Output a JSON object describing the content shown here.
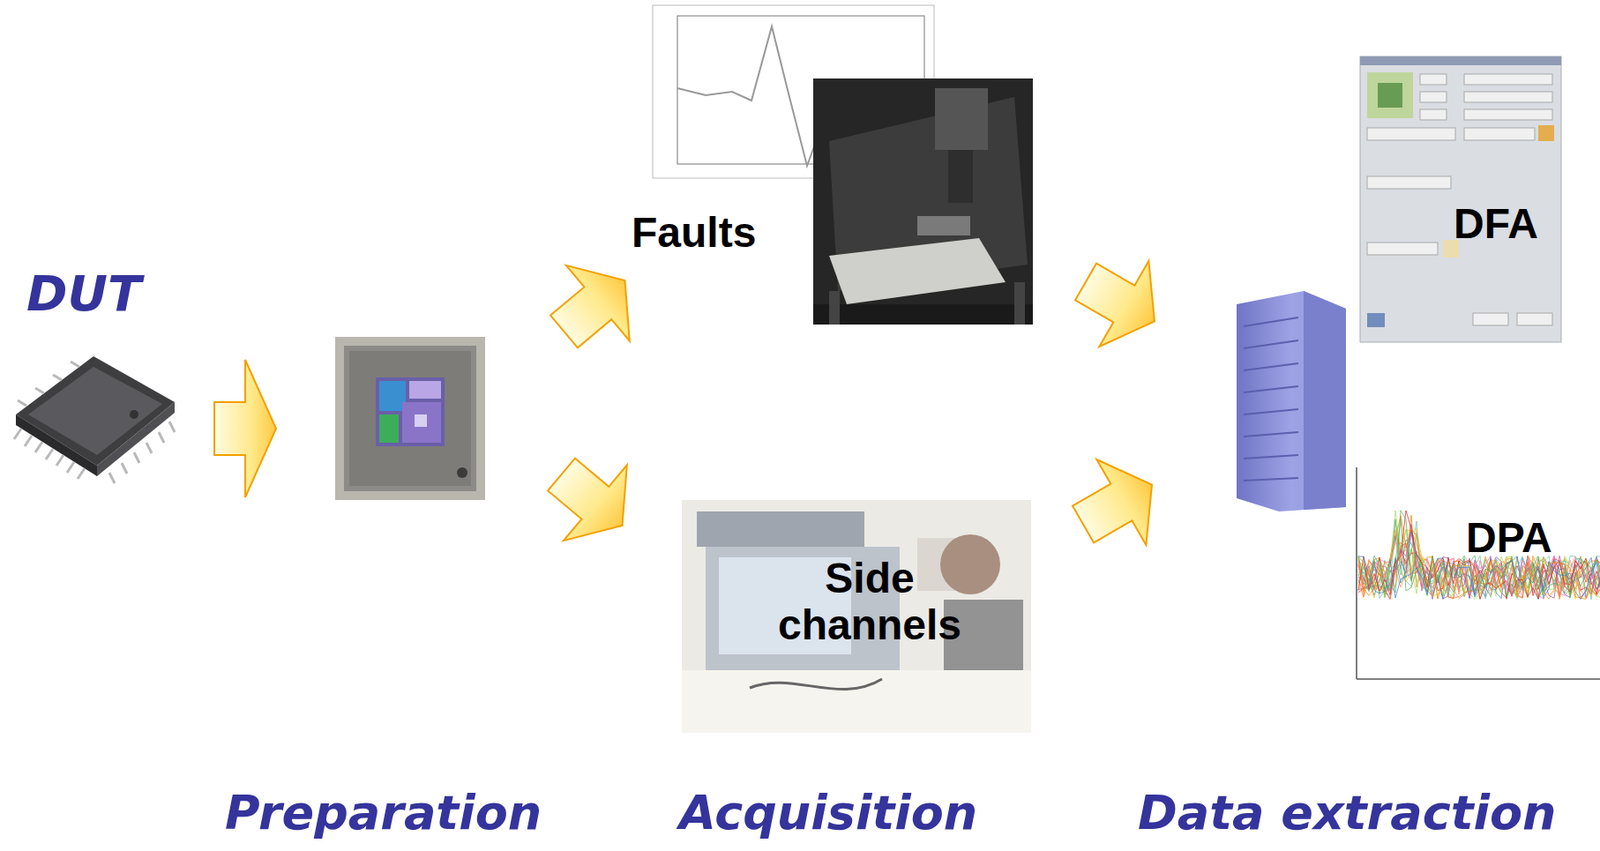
{
  "diagram": {
    "nodes": [
      {
        "text": [
          "DUT"
        ]
      },
      {
        "text": [
          "Faults"
        ]
      },
      {
        "text": [
          "Side channels"
        ]
      },
      {
        "text": [
          "DFA"
        ]
      },
      {
        "text": [
          "DPA"
        ]
      }
    ],
    "labels": [
      "Preparation",
      "Acquisition",
      "Data extraction"
    ]
  }
}
